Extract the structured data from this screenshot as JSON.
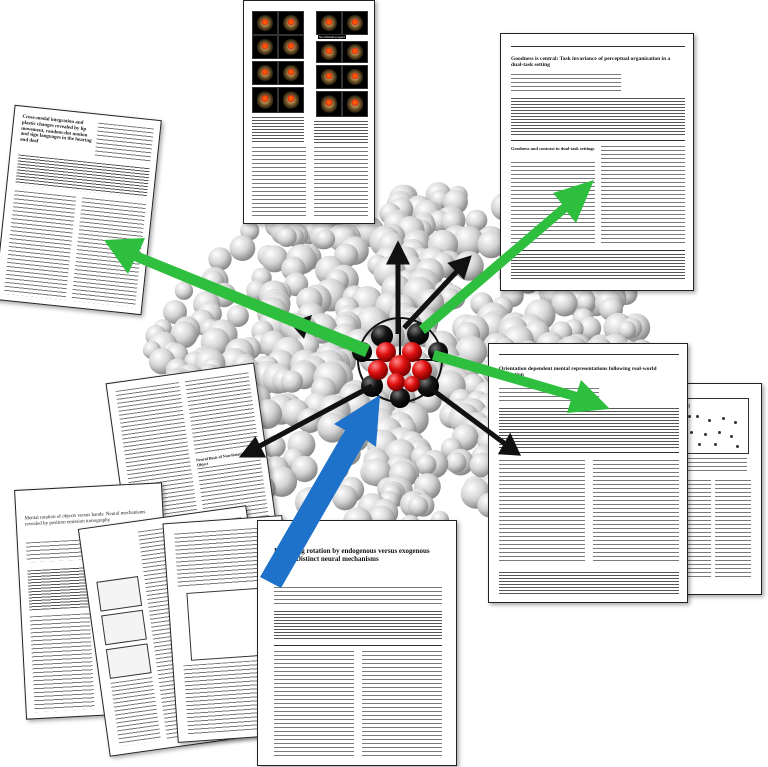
{
  "papers": {
    "top_left": {
      "title": "Cross-modal integration and plastic changes revealed by lip movement, random-dot motion and sign languages in the hearing and deaf"
    },
    "top_right": {
      "title": "Goodness is central: Task invariance of perceptual organization in a dual-task setting",
      "section_heading": "Goodness and contrast in dual-task settings"
    },
    "mid_right": {
      "title": "Orientation dependent mental representations following real-world navigation"
    },
    "bottom_left": {
      "title": "Mental rotation of objects versus hands: Neural mechanisms revealed by positron emission tomography"
    },
    "mid_left": {
      "section_heading": "Neural Basis of Non-Rotational Object"
    },
    "bottom_center": {
      "title": "Imagining rotation by endogenous versus exogenous forces: Distinct neural mechanisms"
    },
    "top_center": {
      "label": "Non-Rotating agent"
    }
  },
  "colors": {
    "arrow_green": "#2fbf3f",
    "arrow_blue": "#1f72c9",
    "arrow_black": "#111111",
    "sphere_grey": "#d8d8d8",
    "sphere_red": "#e01010"
  }
}
